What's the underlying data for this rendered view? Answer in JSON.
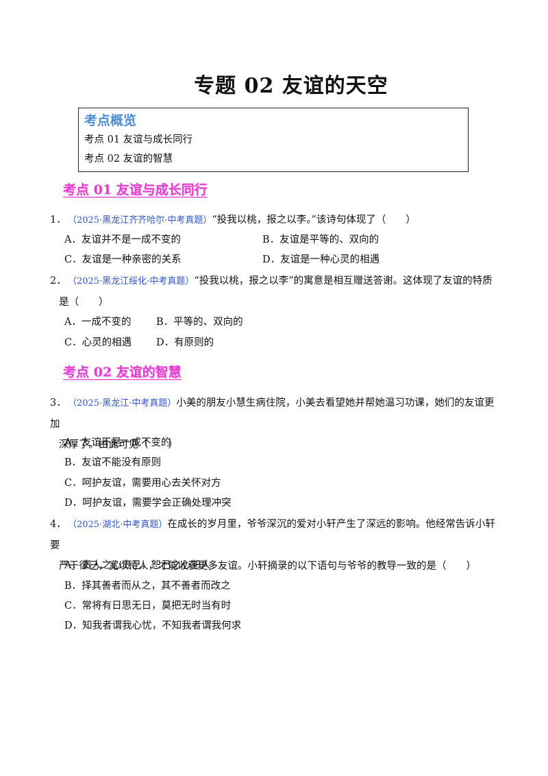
{
  "title": "专题 02 友谊的天空",
  "overview": {
    "heading": "考点概览",
    "items": [
      "考点 01  友谊与成长同行",
      "考点 02 友谊的智慧"
    ]
  },
  "sections": [
    {
      "heading": "考点 01  友谊与成长同行"
    },
    {
      "heading": "考点 02 友谊的智慧"
    }
  ],
  "questions": [
    {
      "number": "1．",
      "source": "（2025·黑龙江齐齐哈尔·中考真题）",
      "stem": "“投我以桃，报之以李。”该诗句体现了（　　）",
      "stem_cont": "",
      "options": [
        "A．友谊并不是一成不变的",
        "B．友谊是平等的、双向的",
        "C．友谊是一种亲密的关系",
        "D．友谊是一种心灵的相遇"
      ]
    },
    {
      "number": "2．",
      "source": "（2025·黑龙江绥化·中考真题）",
      "stem": "“投我以桃，报之以李”的寓意是相互赠送答谢。这体现了友谊的特质",
      "stem_cont": "是（　　）",
      "options": [
        "A．一成不变的",
        "B．平等的、双向的",
        "C．心灵的相遇",
        "D．有原则的"
      ]
    },
    {
      "number": "3．",
      "source": "（2025·黑龙江·中考真题）",
      "stem": "小美的朋友小慧生病住院，小美去看望她并帮她温习功课，她们的友谊更加",
      "stem_cont": "深厚了。由此可见（　　）",
      "options": [
        "A．友谊不是一成不变的",
        "B．友谊不能没有原则",
        "C．呵护友谊，需要用心去关怀对方",
        "D．呵护友谊，需要学会正确处理冲突"
      ]
    },
    {
      "number": "4．",
      "source": "（2025·湖北·中考真题）",
      "stem": "在成长的岁月里，爷爷深沉的爱对小轩产生了深远的影响。他经常告诉小轩要",
      "stem_cont": "严于律己，宽以待人，才能收获更多友谊。小轩摘录的以下语句与爷爷的教导一致的是（　　）",
      "options": [
        "A．责人之心责己，恕己之心恕人",
        "B．择其善者而从之，其不善者而改之",
        "C．常将有日思无日，莫把无时当有时",
        "D．知我者谓我心忧，不知我者谓我何求"
      ]
    }
  ]
}
